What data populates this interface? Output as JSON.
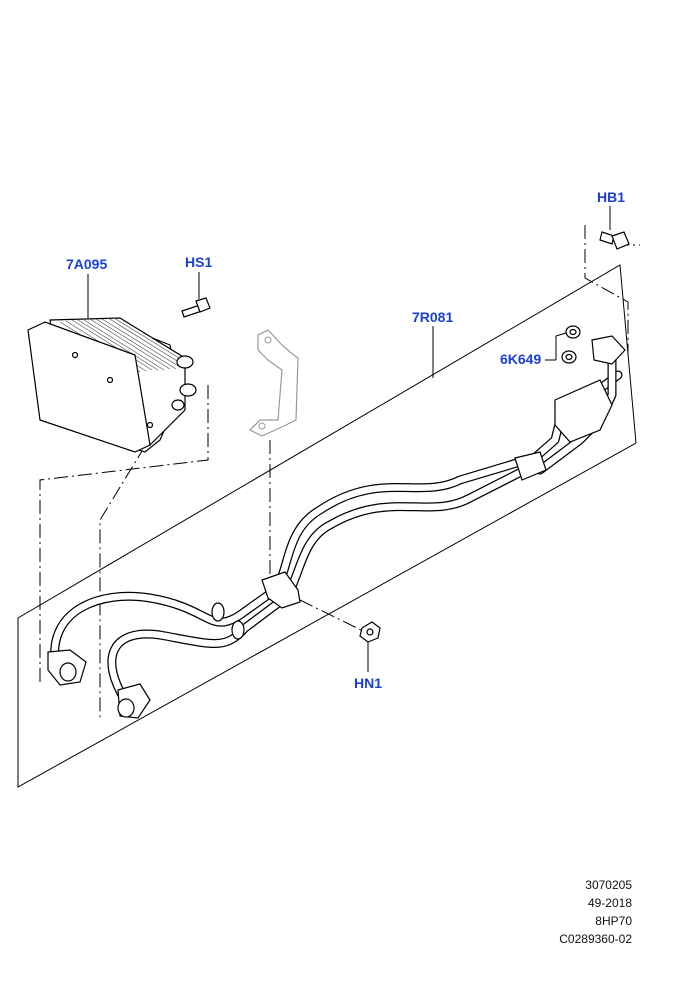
{
  "callouts": {
    "oil_cooler": "7A095",
    "cooler_bolt": "HS1",
    "pipe_assembly": "7R081",
    "bracket_bolt": "HB1",
    "seal": "6K649",
    "nut": "HN1"
  },
  "reference": {
    "line1": "3070205",
    "line2": "49-2018",
    "line3": "8HP70",
    "line4": "C0289360-02"
  },
  "colors": {
    "callout": "#1a3fd6",
    "line": "#000000"
  }
}
